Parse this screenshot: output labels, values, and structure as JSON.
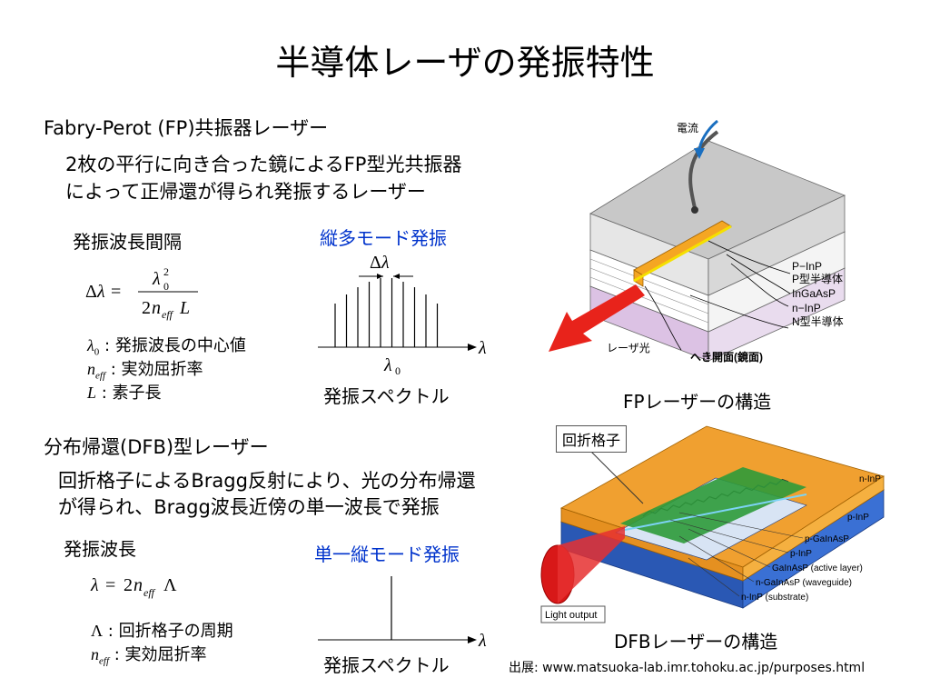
{
  "title": "半導体レーザの発振特性",
  "fp": {
    "heading": "Fabry-Perot (FP)共振器レーザー",
    "desc_line1": "2枚の平行に向き合った鏡によるFP型光共振器",
    "desc_line2": "によって正帰還が得られ発振するレーザー",
    "spacing_label": "発振波長間隔",
    "mode_label": "縦多モード発振",
    "spectrum_label": "発振スペクトル",
    "formula": "Δλ = λ₀² / 2n_eff L",
    "defs": [
      {
        "sym": "λ₀",
        "desc": ": 発振波長の中心値"
      },
      {
        "sym": "n_eff",
        "desc": ": 実効屈折率"
      },
      {
        "sym": "L",
        "desc": ": 素子長"
      }
    ],
    "spectrum_axis": "λ",
    "spectrum_center": "λ₀",
    "spectrum_delta": "Δλ",
    "figure": {
      "current": "電流",
      "layer1": "P−InP",
      "layer1b": "P型半導体",
      "layer2": "InGaAsP",
      "layer3": "n−InP",
      "layer3b": "N型半導体",
      "laser": "レーザ光",
      "facet": "へき開面(鏡面)"
    },
    "caption": "FPレーザーの構造"
  },
  "dfb": {
    "heading": "分布帰還(DFB)型レーザー",
    "desc_line1": "回折格子によるBragg反射により、光の分布帰還",
    "desc_line2": "が得られ、Bragg波長近傍の単一波長で発振",
    "wavelength_label": "発振波長",
    "mode_label": "単一縦モード発振",
    "spectrum_label": "発振スペクトル",
    "formula": "λ = 2n_eff Λ",
    "defs": [
      {
        "sym": "Λ",
        "desc": ": 回折格子の周期"
      },
      {
        "sym": "n_eff",
        "desc": ": 実効屈折率"
      }
    ],
    "spectrum_axis": "λ",
    "grating_label": "回折格子",
    "figure": {
      "l1": "n-InP",
      "l2": "p-InP",
      "l3": "p-GaInAsP",
      "l4": "p-InP",
      "l5": "GaInAsP (active layer)",
      "l6": "n-GaInAsP (waveguide)",
      "l7": "n-InP (substrate)",
      "output": "Light output"
    },
    "caption": "DFBレーザーの構造",
    "source": "出展: www.matsuoka-lab.imr.tohoku.ac.jp/purposes.html"
  },
  "colors": {
    "blue_text": "#0033cc",
    "orange": "#f5a623",
    "purple": "#e6d3ec",
    "red_arrow": "#e8231b",
    "dfb_orange": "#f0a030",
    "dfb_blue": "#3060c0",
    "dfb_green": "#2e9a3a"
  }
}
